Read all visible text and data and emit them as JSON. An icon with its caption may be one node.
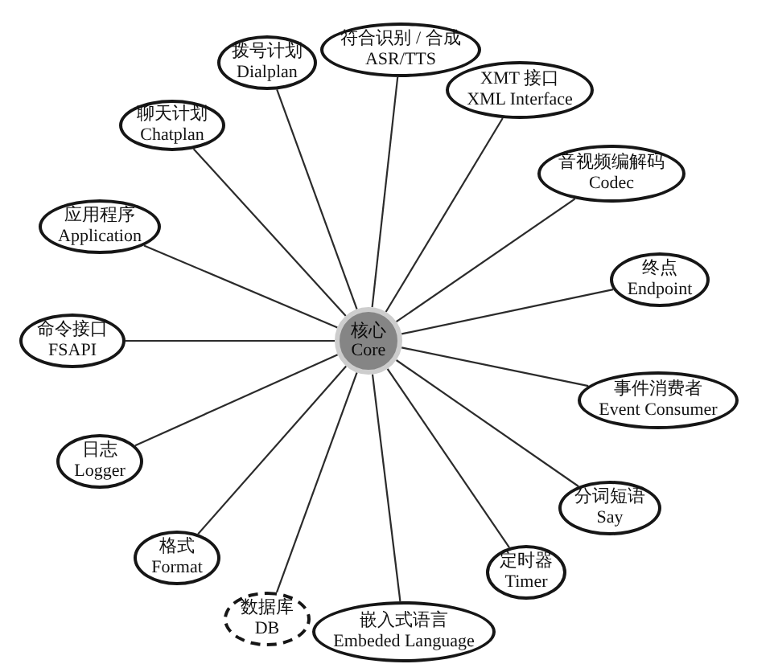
{
  "diagram": {
    "nodes": [
      {
        "text": [
          "核心",
          "Core"
        ]
      },
      {
        "text": [
          "拨号计划",
          "Dialplan"
        ]
      },
      {
        "text": [
          "符合识别 / 合成",
          "ASR/TTS"
        ]
      },
      {
        "text": [
          "XMT 接口",
          "XML Interface"
        ]
      },
      {
        "text": [
          "音视频编解码",
          "Codec"
        ]
      },
      {
        "text": [
          "终点",
          "Endpoint"
        ]
      },
      {
        "text": [
          "事件消费者",
          "Event Consumer"
        ]
      },
      {
        "text": [
          "分词短语",
          "Say"
        ]
      },
      {
        "text": [
          "定时器",
          "Timer"
        ]
      },
      {
        "text": [
          "嵌入式语言",
          "Embeded Language"
        ]
      },
      {
        "text": [
          "数据库",
          "DB"
        ]
      },
      {
        "text": [
          "格式",
          "Format"
        ]
      },
      {
        "text": [
          "日志",
          "Logger"
        ]
      },
      {
        "text": [
          "命令接口",
          "FSAPI"
        ]
      },
      {
        "text": [
          "应用程序",
          "Application"
        ]
      },
      {
        "text": [
          "聊天计划",
          "Chatplan"
        ]
      }
    ],
    "edges": [
      {
        "from": 0,
        "to": 1,
        "arrow": "none"
      },
      {
        "from": 0,
        "to": 2,
        "arrow": "none"
      },
      {
        "from": 0,
        "to": 3,
        "arrow": "none"
      },
      {
        "from": 0,
        "to": 4,
        "arrow": "none"
      },
      {
        "from": 0,
        "to": 5,
        "arrow": "none"
      },
      {
        "from": 0,
        "to": 6,
        "arrow": "none"
      },
      {
        "from": 0,
        "to": 7,
        "arrow": "none"
      },
      {
        "from": 0,
        "to": 8,
        "arrow": "none"
      },
      {
        "from": 0,
        "to": 9,
        "arrow": "none"
      },
      {
        "from": 0,
        "to": 10,
        "arrow": "none"
      },
      {
        "from": 0,
        "to": 11,
        "arrow": "none"
      },
      {
        "from": 0,
        "to": 12,
        "arrow": "none"
      },
      {
        "from": 0,
        "to": 13,
        "arrow": "none"
      },
      {
        "from": 0,
        "to": 14,
        "arrow": "none"
      },
      {
        "from": 0,
        "to": 15,
        "arrow": "none"
      }
    ]
  }
}
